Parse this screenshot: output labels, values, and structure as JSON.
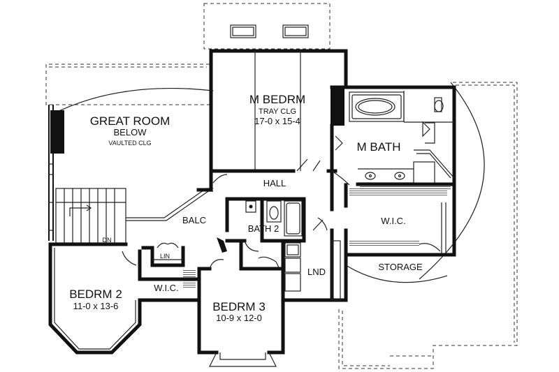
{
  "rooms": {
    "great_room": {
      "name": "GREAT ROOM",
      "sub": "BELOW",
      "note": "VAULTED CLG"
    },
    "m_bedrm": {
      "name": "M BEDRM",
      "note": "TRAY CLG",
      "size": "17-0 x 15-4"
    },
    "m_bath": {
      "name": "M BATH"
    },
    "hall": {
      "name": "HALL"
    },
    "balc": {
      "name": "BALC"
    },
    "bath2": {
      "name": "BATH 2"
    },
    "wic_master": {
      "name": "W.I.C."
    },
    "storage": {
      "name": "STORAGE"
    },
    "lnd": {
      "name": "LND"
    },
    "lin": {
      "name": "LIN"
    },
    "wic_bed2": {
      "name": "W.I.C."
    },
    "bedrm2": {
      "name": "BEDRM 2",
      "size": "11-0 x 13-6"
    },
    "bedrm3": {
      "name": "BEDRM 3",
      "size": "10-9 x 12-0"
    },
    "stairs": {
      "label": "DN"
    }
  }
}
